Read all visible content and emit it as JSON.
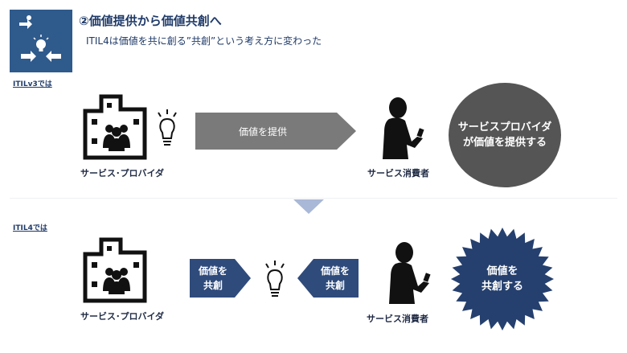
{
  "header": {
    "title": "②価値提供から価値共創へ",
    "subtitle": "ITIL4は価値を共に創る”共創”という考え方に変わった",
    "logo_color": "#2f5a8c"
  },
  "v3": {
    "label": "ITILv3では",
    "provider_caption": "サービス･プロバイダ",
    "arrow_label": "価値を提供",
    "consumer_caption": "サービス消費者",
    "circle_text_line1": "サービスプロバイダ",
    "circle_text_line2": "が価値を提供する",
    "arrow_color": "#7a7a7a",
    "circle_color": "#555555"
  },
  "itil4": {
    "label": "ITIL4では",
    "provider_caption": "サービス･プロバイダ",
    "left_arrow_line1": "価値を",
    "left_arrow_line2": "共創",
    "right_arrow_line1": "価値を",
    "right_arrow_line2": "共創",
    "consumer_caption": "サービス消費者",
    "burst_line1": "価値を",
    "burst_line2": "共創する",
    "arrow_color": "#2f4b7c",
    "burst_color": "#25406e"
  },
  "transition_arrow_color": "#a9b8d6"
}
